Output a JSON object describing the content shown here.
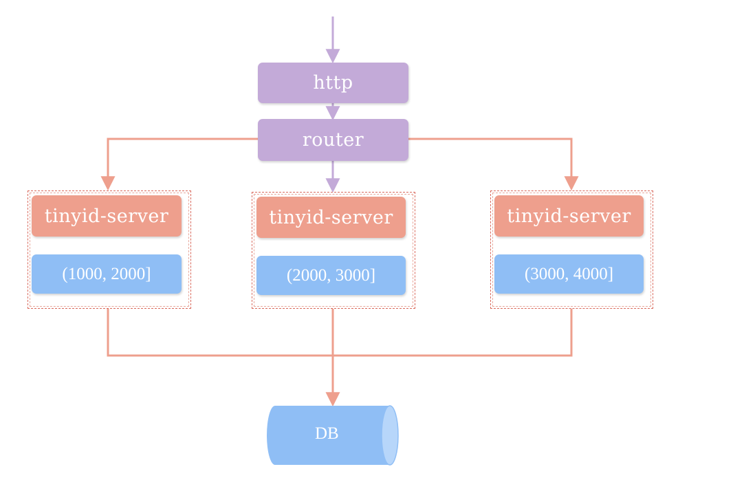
{
  "colors": {
    "purple": "#c3aad8",
    "purple_line": "#c3aad8",
    "salmon": "#ee9f8d",
    "salmon_line": "#ee9f8d",
    "blue": "#8fbef5",
    "group_border": "#d9685b"
  },
  "nodes": {
    "http": "http",
    "router": "router",
    "servers": [
      {
        "label": "tinyid-server",
        "range": "(1000, 2000]"
      },
      {
        "label": "tinyid-server",
        "range": "(2000, 3000]"
      },
      {
        "label": "tinyid-server",
        "range": "(3000, 4000]"
      }
    ],
    "db": "DB"
  }
}
